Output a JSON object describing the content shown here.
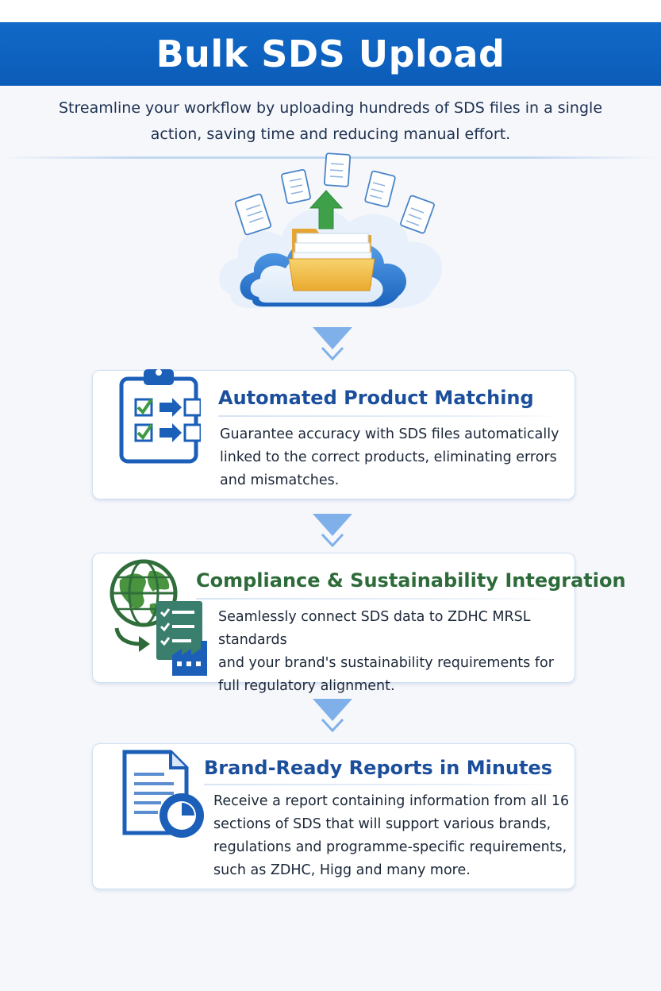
{
  "header": {
    "title": "Bulk SDS Upload"
  },
  "intro": {
    "line1": "Streamline your workflow by uploading hundreds of SDS files in a single",
    "line2": "action, saving time and reducing manual effort."
  },
  "colors": {
    "primary_blue": "#0b5cb8",
    "title_blue": "#1b4f9c",
    "title_green": "#2e6b3a",
    "arrow_blue": "#7fb0ea",
    "folder_yellow": "#f3c24d",
    "upload_green": "#3fa04a"
  },
  "features": [
    {
      "icon": "clipboard-checklist-icon",
      "title": "Automated Product Matching",
      "lines": [
        "Guarantee accuracy with SDS files automatically",
        "linked to the correct products, eliminating errors",
        "and mismatches."
      ]
    },
    {
      "icon": "globe-compliance-icon",
      "title": "Compliance & Sustainability Integration",
      "lines": [
        "Seamlessly connect SDS data to ZDHC MRSL standards",
        "and your brand's sustainability requirements for",
        "full regulatory alignment."
      ]
    },
    {
      "icon": "report-clock-icon",
      "title": "Brand-Ready Reports in Minutes",
      "lines": [
        "Receive a report containing information from all 16",
        "sections of SDS that will support various brands,",
        "regulations and programme-specific requirements,",
        "such as ZDHC, Higg and many more."
      ]
    }
  ]
}
